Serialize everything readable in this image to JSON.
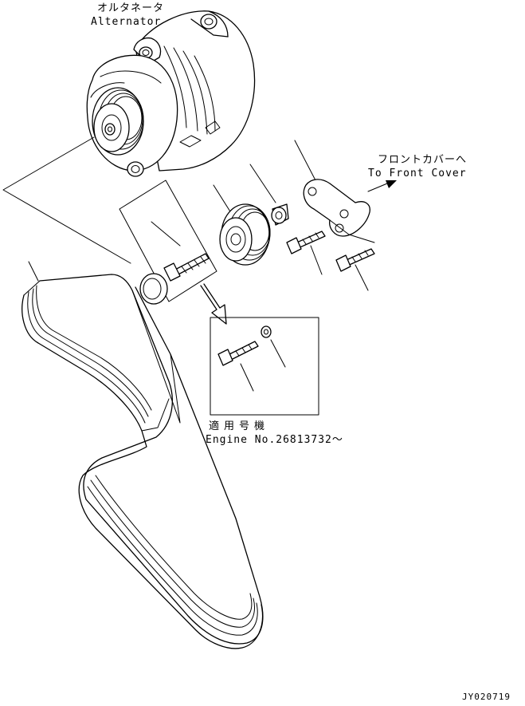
{
  "labels": {
    "alternator_jp": "オルタネータ",
    "alternator_en": "Alternator",
    "front_cover_jp": "フロントカバーへ",
    "front_cover_en": "To Front Cover",
    "applicable_jp": "適用号機",
    "engine_no": "Engine No.26813732～",
    "drawing_code": "JY020719"
  }
}
